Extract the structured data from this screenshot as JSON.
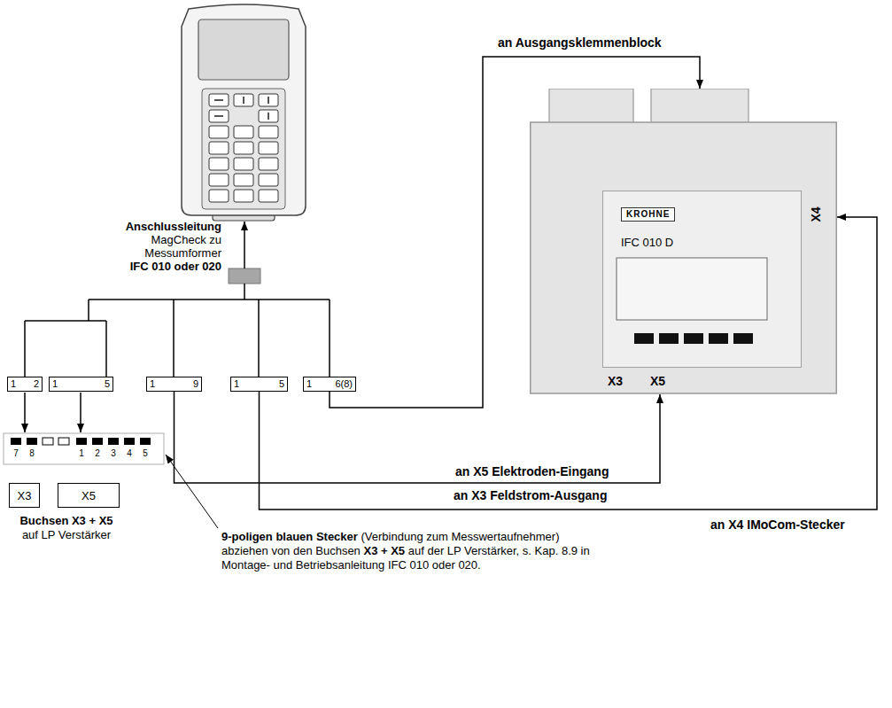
{
  "diagram": {
    "nodes": [
      {
        "text": [
          "X4",
          "X3",
          "X5"
        ]
      },
      {
        "text": [
          "IFC 010 D"
        ],
        "in": 0
      },
      {
        "text": [
          "KROHNE"
        ],
        "in": 1
      },
      {
        "text": [
          "1",
          "2"
        ]
      },
      {
        "text": [
          "1",
          "5"
        ]
      },
      {
        "text": [
          "1",
          "9"
        ]
      },
      {
        "text": [
          "1",
          "5"
        ]
      },
      {
        "text": [
          "1",
          "6(8)"
        ]
      },
      {
        "text": [
          "X3"
        ]
      },
      {
        "text": [
          "X5"
        ]
      }
    ],
    "edges": [
      {
        "from": 7,
        "to": 0,
        "arrow": "to",
        "label": "an Ausgangsklemmenblock"
      },
      {
        "from": 5,
        "to": 0,
        "arrow": "to",
        "label": "an X5 Elektroden-Eingang"
      },
      {
        "from": 6,
        "to": 0,
        "arrow": "to",
        "label": "an X4 IMoCom-Stecker"
      }
    ],
    "labels": [
      "Anschlussleitung",
      "MagCheck zu Messumformer",
      "IFC 010 oder 020",
      "an X3 Feldstrom-Ausgang",
      "7",
      "8",
      "1",
      "2",
      "3",
      "4",
      "5",
      "Buchsen X3 + X5",
      "auf LP Verstärker",
      "9-poligen blauen Stecker",
      "(Verbindung zum Messwertaufnehmer) abziehen von den Buchsen",
      "X3 + X5",
      "auf der LP Verstärker, s. Kap. 8.9 in Montage- und Betriebsanleitung IFC 010 oder 020."
    ]
  }
}
